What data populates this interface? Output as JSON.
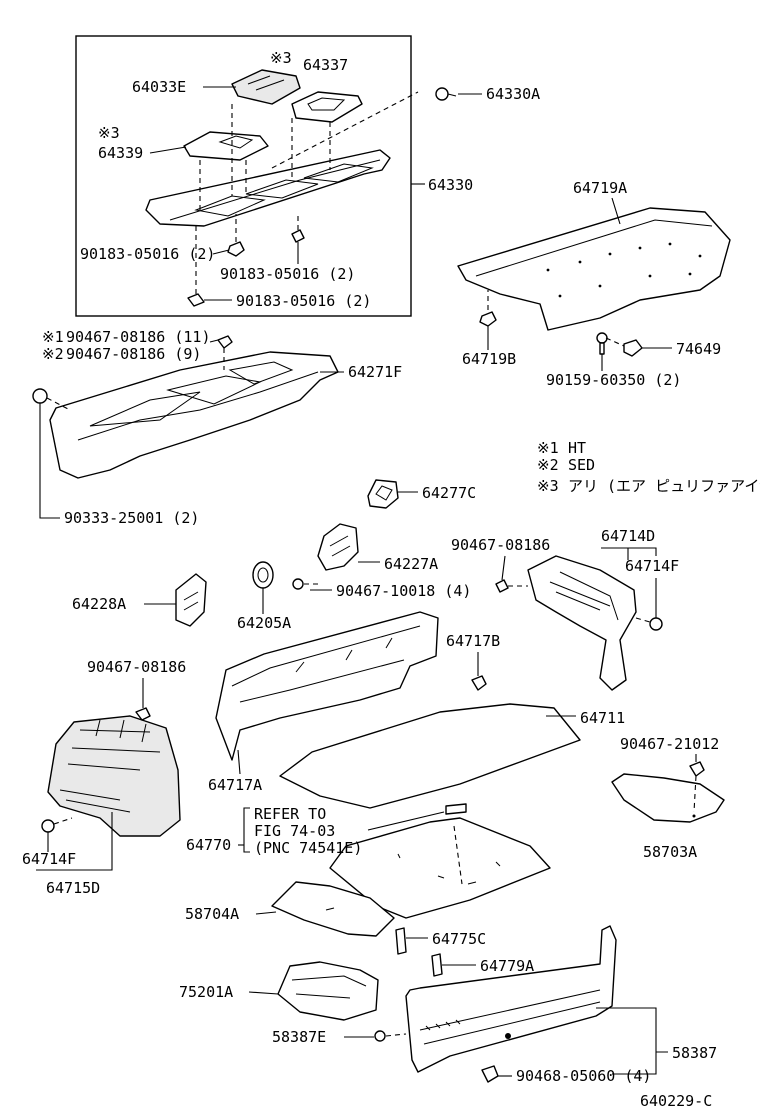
{
  "callouts": {
    "p64337": "64337",
    "p64033E": "64033E",
    "p64339": "64339",
    "p64330A": "64330A",
    "p64330": "64330",
    "p90183a": "90183-05016 (2)",
    "p90183b": "90183-05016 (2)",
    "p90183c": "90183-05016 (2)",
    "p64719A": "64719A",
    "p64719B": "64719B",
    "p74649": "74649",
    "p90159": "90159-60350 (2)",
    "p90467_08186_11": "90467-08186 (11)",
    "p90467_08186_9": "90467-08186 (9)",
    "p64271F": "64271F",
    "p90333": "90333-25001 (2)",
    "p64277C": "64277C",
    "p90467_08186_r": "90467-08186",
    "p64714D": "64714D",
    "p64714F_r": "64714F",
    "p64227A": "64227A",
    "p90467_10018": "90467-10018 (4)",
    "p64228A": "64228A",
    "p64205A": "64205A",
    "p64717B": "64717B",
    "p90467_08186_l": "90467-08186",
    "p64711": "64711",
    "p90467_21012": "90467-21012",
    "p64717A": "64717A",
    "p64714F_l": "64714F",
    "p64715D": "64715D",
    "p58703A": "58703A",
    "p64770": "64770",
    "p58704A": "58704A",
    "p64775C": "64775C",
    "p64779A": "64779A",
    "p75201A": "75201A",
    "p58387E": "58387E",
    "p58387": "58387",
    "p90468": "90468-05060 (4)",
    "diagram_id": "640229-C"
  },
  "markers": {
    "note3_a": "※3",
    "note3_b": "※3",
    "note1": "※1",
    "note2": "※2"
  },
  "refer_note": {
    "line1": "REFER TO",
    "line2": "FIG 74-03",
    "line3": "(PNC 74541E)"
  },
  "legend": [
    {
      "marker": "※1",
      "text": "HT"
    },
    {
      "marker": "※2",
      "text": "SED"
    },
    {
      "marker": "※3",
      "text": "アリ (エア ピュリファアイヤ)"
    }
  ]
}
